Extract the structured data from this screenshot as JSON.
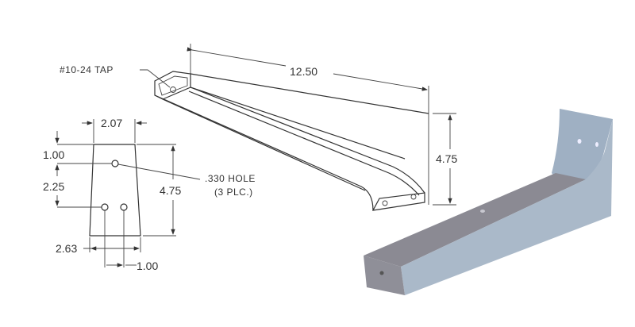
{
  "isometric_view": {
    "tap_note": "#10-24 TAP",
    "length_dim": "12.50",
    "height_dim": "4.75"
  },
  "front_view": {
    "top_width_dim": "2.07",
    "top_to_hole_dim": "1.00",
    "hole_spacing_vertical_dim": "2.25",
    "height_dim": "4.75",
    "hole_note_line1": ".330 HOLE",
    "hole_note_line2": "(3 PLC.)",
    "bottom_width_dim": "2.63",
    "hole_spacing_horizontal_dim": "1.00"
  },
  "render_view": {
    "colors": {
      "top": "#8b8a93",
      "side": "#aab9c9",
      "end": "#8f8f98",
      "inner": "#9fb0c3"
    }
  }
}
